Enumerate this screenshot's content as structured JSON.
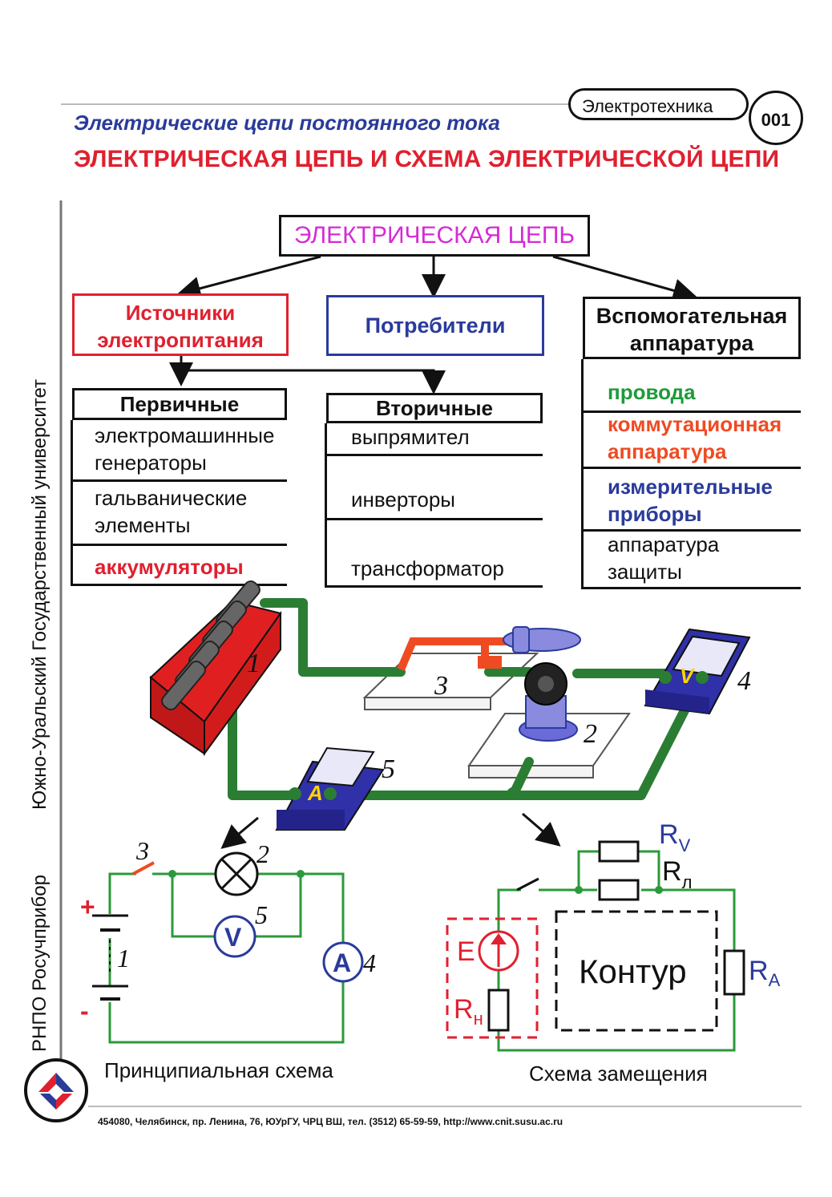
{
  "header": {
    "subject": "Электротехника",
    "sheet_number": "001",
    "topic": "Электрические цепи постоянного тока",
    "title": "ЭЛЕКТРИЧЕСКАЯ ЦЕПЬ И СХЕМА ЭЛЕКТРИЧЕСКОЙ ЦЕПИ"
  },
  "sidebar": {
    "organization": "РНПО Росучприбор",
    "university": "Южно-Уральский Государственный университет"
  },
  "tree": {
    "root": "ЭЛЕКТРИЧЕСКАЯ ЦЕПЬ",
    "sources": "Источники электропитания",
    "consumers": "Потребители",
    "auxiliary": "Вспомогательная аппаратура",
    "primary": {
      "heading": "Первичные",
      "items": [
        "электромашинные генераторы",
        "гальванические элементы",
        "аккумуляторы"
      ]
    },
    "secondary": {
      "heading": "Вторичные",
      "items": [
        "выпрямител",
        "инверторы",
        "трансформатор"
      ]
    },
    "aux_items": [
      "провода",
      "коммутационная аппаратура",
      "измерительные приборы",
      "аппаратура защиты"
    ]
  },
  "illustration": {
    "labels": [
      "1",
      "2",
      "3",
      "4",
      "5"
    ],
    "voltmeter_letter": "V",
    "ammeter_letter": "A"
  },
  "schematic": {
    "caption": "Принципиальная схема",
    "plus": "+",
    "minus": "-",
    "labels": [
      "3",
      "2",
      "5",
      "1",
      "4"
    ],
    "voltmeter": "V",
    "ammeter": "A"
  },
  "equivalent": {
    "caption": "Схема замещения",
    "contour": "Контур",
    "E": "E",
    "R": "R",
    "sub_v": "V",
    "sub_l": "л",
    "sub_a": "A",
    "sub_n": "н"
  },
  "footer": {
    "address": "454080, Челябинск, пр. Ленина, 76, ЮУрГУ, ЧРЦ ВШ, тел. (3512) 65-59-59, http://www.cnit.susu.ac.ru"
  },
  "colors": {
    "red": "#e0202f",
    "blue": "#2a3b9b",
    "magenta": "#d62ad6",
    "green": "#1f9a3a",
    "wire": "#2b7d34",
    "orange": "#ef4b23"
  }
}
